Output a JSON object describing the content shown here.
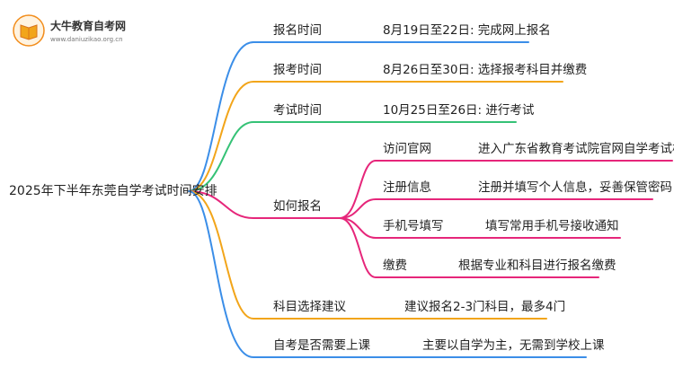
{
  "logo": {
    "name": "大牛教育自考网",
    "url": "www.daniuzikao.org.cn"
  },
  "root": "2025年下半年东莞自学考试时间安排",
  "branches": [
    {
      "label": "报名时间",
      "detail": "8月19日至22日: 完成网上报名",
      "color": "#3b8ee8"
    },
    {
      "label": "报考时间",
      "detail": "8月26日至30日: 选择报考科目并缴费",
      "color": "#f2a51a"
    },
    {
      "label": "考试时间",
      "detail": "10月25日至26日: 进行考试",
      "color": "#35c276"
    },
    {
      "label": "如何报名",
      "color": "#e6267a",
      "children": [
        {
          "label": "访问官网",
          "detail": "进入广东省教育考试院官网自学考试栏目"
        },
        {
          "label": "注册信息",
          "detail": "注册并填写个人信息，妥善保管密码"
        },
        {
          "label": "手机号填写",
          "detail": "填写常用手机号接收通知"
        },
        {
          "label": "缴费",
          "detail": "根据专业和科目进行报名缴费"
        }
      ]
    },
    {
      "label": "科目选择建议",
      "detail": "建议报名2-3门科目，最多4门",
      "color": "#f2a51a"
    },
    {
      "label": "自考是否需要上课",
      "detail": "主要以自学为主，无需到学校上课",
      "color": "#3b8ee8"
    }
  ]
}
